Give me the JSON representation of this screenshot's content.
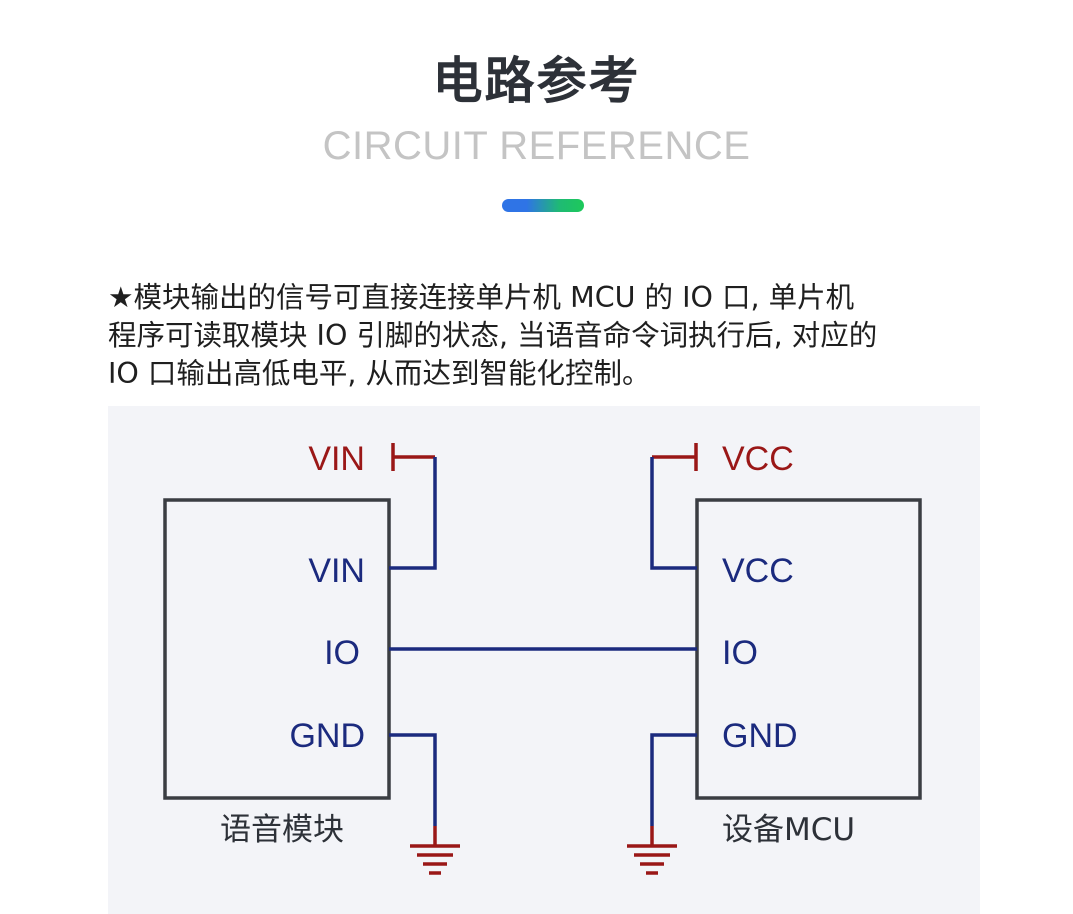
{
  "header": {
    "title": "电路参考",
    "subtitle": "CIRCUIT REFERENCE"
  },
  "description": {
    "lines": [
      "★模块输出的信号可直接连接单片机 MCU 的 IO 口, 单片机",
      "程序可读取模块 IO 引脚的状态, 当语音命令词执行后, 对应的",
      "IO 口输出高低电平, 从而达到智能化控制。"
    ]
  },
  "diagram": {
    "left_block": {
      "name": "语音模块",
      "power_label": "VIN",
      "pins": [
        "VIN",
        "IO",
        "GND"
      ]
    },
    "right_block": {
      "name": "设备MCU",
      "power_label": "VCC",
      "pins": [
        "VCC",
        "IO",
        "GND"
      ]
    },
    "connections": [
      {
        "from": "语音模块.IO",
        "to": "设备MCU.IO"
      }
    ],
    "colors": {
      "power_label": "#9a1717",
      "pin_label": "#1b2a7e",
      "wire": "#1b2a7e",
      "power_symbol": "#9a1717",
      "block_border": "#3a3d42",
      "panel_background": "#f3f4f8"
    }
  }
}
